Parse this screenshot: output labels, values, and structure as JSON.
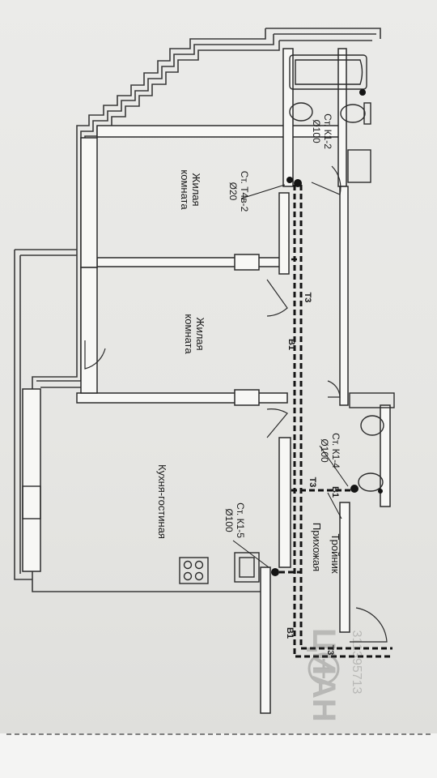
{
  "rooms": {
    "living_room_1": [
      "Жилая",
      "комната"
    ],
    "living_room_2": [
      "Жилая",
      "комната"
    ],
    "kitchen": "Кухня-гостиная",
    "hallway": "Прихожая"
  },
  "risers": {
    "k1_2": {
      "name": "Ст. К1-2",
      "diameter": "Ø100"
    },
    "t4v_2": {
      "name": "Ст. Т4в-2",
      "diameter": "Ø20"
    },
    "k1_4": {
      "name": "Ст. К1-4",
      "diameter": "Ø100"
    },
    "k1_5": {
      "name": "Ст. К1-5",
      "diameter": "Ø100"
    }
  },
  "pipes": {
    "t3_label": "Т3",
    "v1_label": "В1",
    "tee_label": "Тройник"
  },
  "watermark": {
    "text": "ЦИАН",
    "number": "311395713"
  },
  "colors": {
    "paper": "#e9e9e7",
    "ink": "#1b1b1b",
    "wall": "#3a3a3a"
  }
}
